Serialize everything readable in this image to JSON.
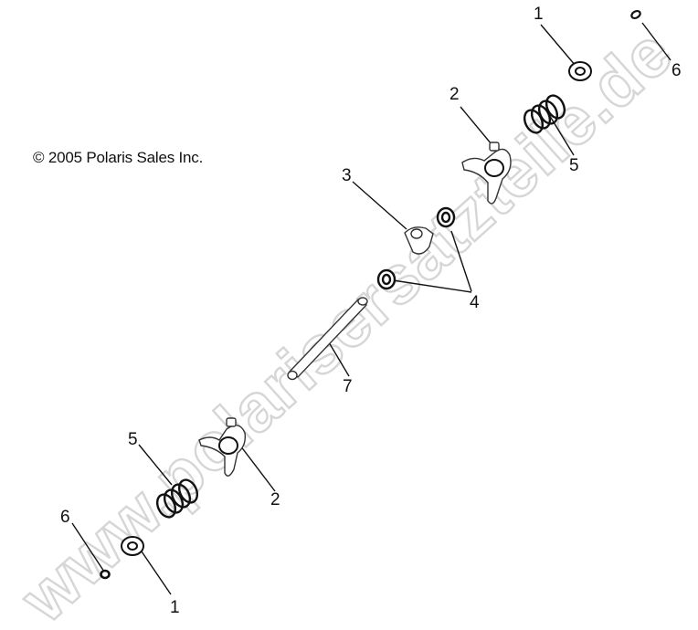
{
  "diagram": {
    "copyright": "© 2005 Polaris Sales Inc.",
    "watermark": "www.polarisersatzteile.de",
    "colors": {
      "line": "#111111",
      "watermark_stroke": "#d6d6d6",
      "background": "#ffffff"
    },
    "callouts": [
      {
        "id": "c1-top",
        "label": "1",
        "part": "washer"
      },
      {
        "id": "c6-top",
        "label": "6",
        "part": "e-clip"
      },
      {
        "id": "c2-top",
        "label": "2",
        "part": "shift-fork"
      },
      {
        "id": "c5-top",
        "label": "5",
        "part": "spring"
      },
      {
        "id": "c3",
        "label": "3",
        "part": "shift-fork-center"
      },
      {
        "id": "c4",
        "label": "4",
        "part": "roller"
      },
      {
        "id": "c7",
        "label": "7",
        "part": "shift-shaft"
      },
      {
        "id": "c5-bottom",
        "label": "5",
        "part": "spring"
      },
      {
        "id": "c2-bottom",
        "label": "2",
        "part": "shift-fork"
      },
      {
        "id": "c6-bottom",
        "label": "6",
        "part": "e-clip"
      },
      {
        "id": "c1-bottom",
        "label": "1",
        "part": "washer"
      }
    ]
  }
}
